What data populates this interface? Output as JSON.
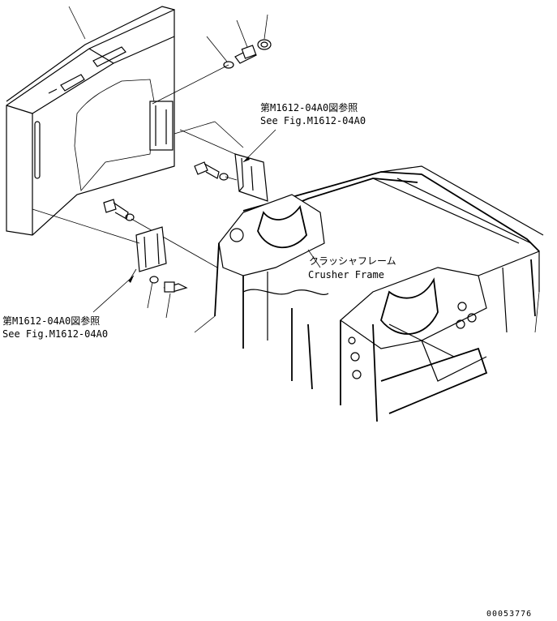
{
  "callouts": {
    "top_ref_jp": "第M1612-04A0図参照",
    "top_ref_en": "See Fig.M1612-04A0",
    "left_ref_jp": "第M1612-04A0図参照",
    "left_ref_en": "See Fig.M1612-04A0",
    "frame_jp": "クラッシャフレーム",
    "frame_en": "Crusher Frame"
  },
  "drawing_number": "00053776",
  "parts": [
    "cover-panel",
    "upper-bracket",
    "lower-bracket",
    "upper-plate",
    "bolt",
    "washer",
    "spring-washer",
    "crusher-frame"
  ]
}
